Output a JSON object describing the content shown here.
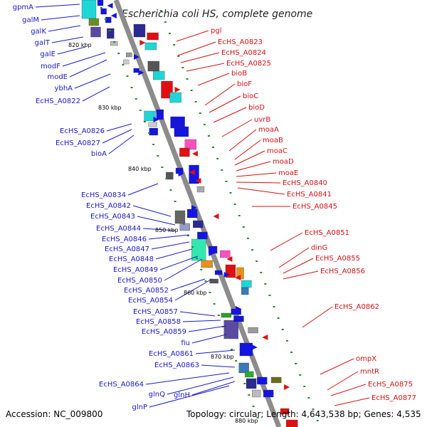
{
  "title": "Escherichia coli HS, complete genome",
  "accession": "Accession: NC_009800",
  "topology": "Topology: circular; Length: 4,643,538 bp; Genes: 4,535",
  "colors": {
    "left_label": "#1a1acc",
    "right_label": "#d81010",
    "backbone": "#8c8c8c"
  },
  "scale_marks": [
    "820 kbp",
    "830 kbp",
    "840 kbp",
    "850 kbp",
    "860 kbp",
    "870 kbp",
    "880 kbp"
  ],
  "left_labels": [
    "gpmA",
    "galM",
    "galK",
    "galT",
    "galE",
    "modF",
    "modE",
    "ybhA",
    "EcHS_A0822",
    "EcHS_A0826",
    "EcHS_A0827",
    "bioA",
    "EcHS_A0834",
    "EcHS_A0842",
    "EcHS_A0843",
    "EcHS_A0844",
    "EcHS_A0846",
    "EcHS_A0847",
    "EcHS_A0848",
    "EcHS_A0849",
    "EcHS_A0850",
    "EcHS_A0852",
    "EcHS_A0854",
    "EcHS_A0857",
    "EcHS_A0858",
    "EcHS_A0859",
    "fiu",
    "EcHS_A0861",
    "EcHS_A0863",
    "EcHS_A0864",
    "glnQ",
    "glnH",
    "glnP"
  ],
  "right_labels": [
    "pgl",
    "EcHS_A0823",
    "EcHS_A0824",
    "EcHS_A0825",
    "bioB",
    "bioF",
    "bioC",
    "bioD",
    "uvrB",
    "moaA",
    "moaB",
    "moaC",
    "moaD",
    "moaE",
    "EcHS_A0840",
    "EcHS_A0841",
    "EcHS_A0845",
    "EcHS_A0851",
    "dinG",
    "EcHS_A0855",
    "EcHS_A0856",
    "EcHS_A0862",
    "ompX",
    "mntR",
    "EcHS_A0875",
    "EcHS_A0877"
  ]
}
